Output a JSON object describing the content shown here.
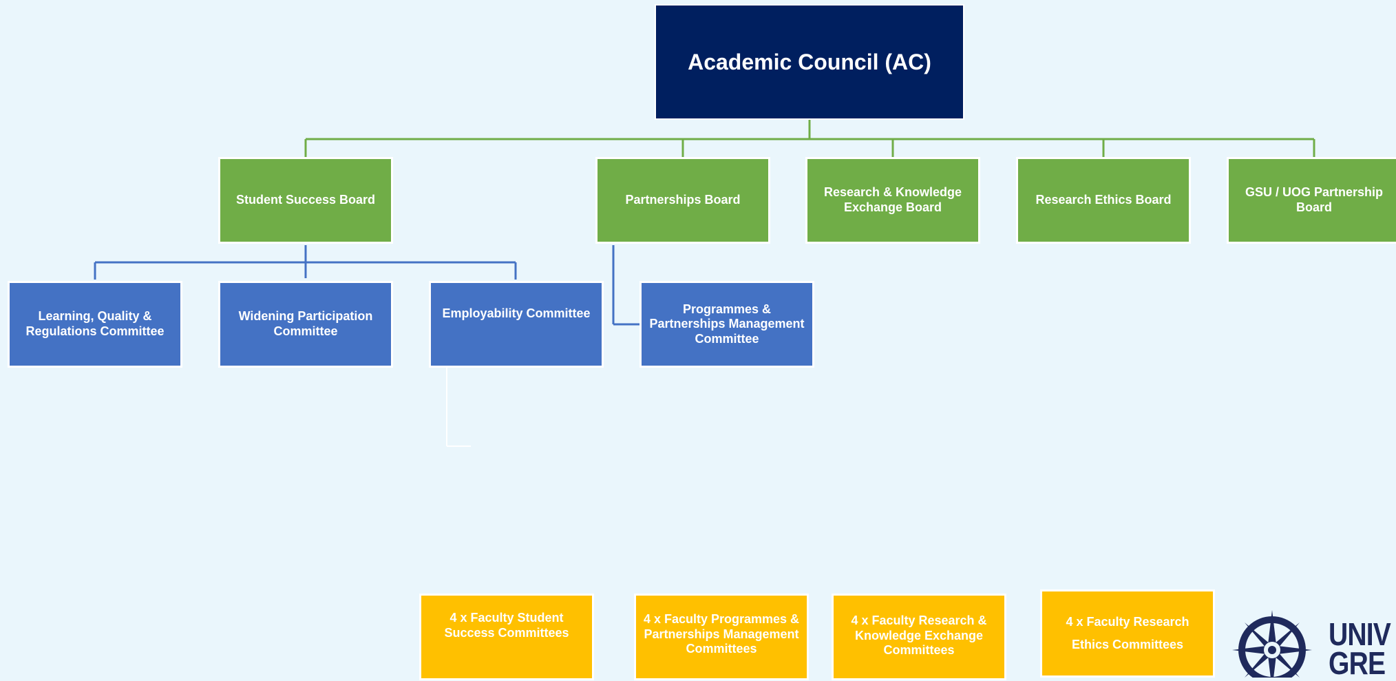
{
  "council": {
    "label": "Academic Council (AC)"
  },
  "boards": [
    {
      "label": "Student Success Board"
    },
    {
      "label": "Partnerships Board"
    },
    {
      "label": "Research & Knowledge Exchange Board"
    },
    {
      "label": "Research Ethics Board"
    },
    {
      "label": "GSU / UOG Partnership Board"
    }
  ],
  "committees": [
    {
      "label": "Learning, Quality & Regulations Committee"
    },
    {
      "label": "Widening Participation Committee"
    },
    {
      "label": "Employability Committee"
    },
    {
      "label": "Programmes  & Partnerships Management Committee"
    }
  ],
  "faculty_committees": [
    {
      "label": "4 x Faculty Student Success Committees"
    },
    {
      "label": "4 x Faculty Programmes & Partnerships Management Committees"
    },
    {
      "label": "4 x Faculty Research & Knowledge Exchange Committees"
    },
    {
      "label": "4 x Faculty Research Ethics Committees"
    }
  ],
  "logo": {
    "line1": "UNIV",
    "line2": "GRE"
  },
  "colors": {
    "background": "#eaf6fc",
    "council": "#001f5f",
    "board": "#70ad47",
    "committee": "#4472c4",
    "faculty": "#ffc000",
    "logo": "#1f2a5c"
  }
}
